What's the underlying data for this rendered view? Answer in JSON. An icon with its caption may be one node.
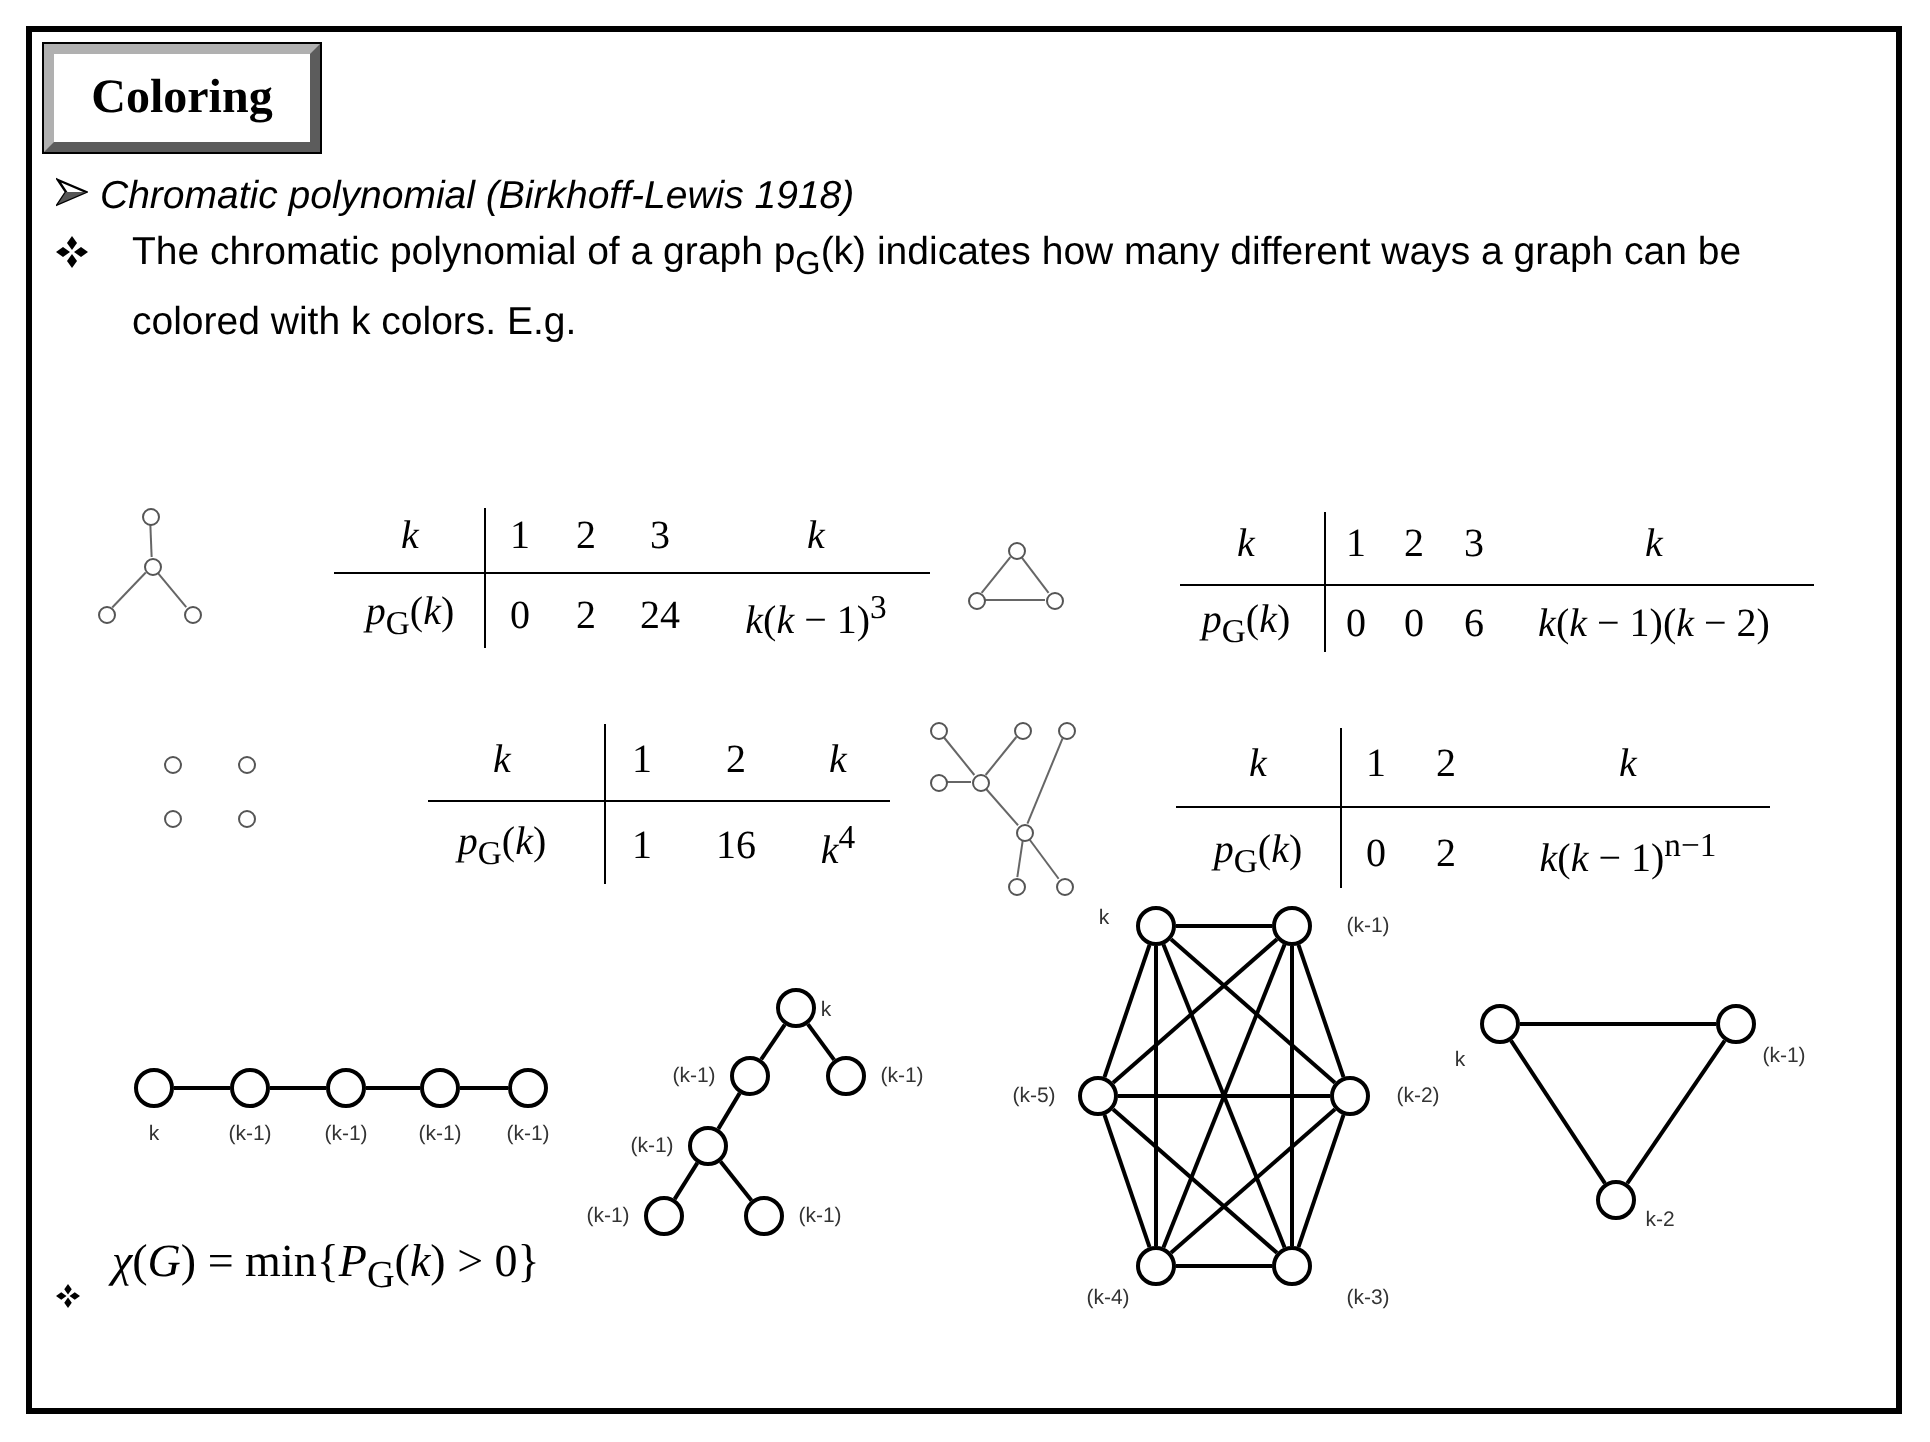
{
  "diagram": {
    "title": "Coloring",
    "nodes": [
      {
        "text": [],
        "shape": "circle"
      },
      {
        "text": [],
        "shape": "circle"
      },
      {
        "text": [],
        "shape": "circle"
      },
      {
        "text": [],
        "shape": "circle"
      },
      {
        "text": [],
        "shape": "circle"
      },
      {
        "text": [],
        "shape": "circle"
      },
      {
        "text": [],
        "shape": "circle"
      },
      {
        "text": [],
        "shape": "circle"
      },
      {
        "text": [],
        "shape": "circle"
      },
      {
        "text": [],
        "shape": "circle"
      },
      {
        "text": [],
        "shape": "circle"
      },
      {
        "text": [],
        "shape": "circle"
      },
      {
        "text": [],
        "shape": "circle"
      },
      {
        "text": [],
        "shape": "circle"
      },
      {
        "text": [],
        "shape": "circle"
      },
      {
        "text": [],
        "shape": "circle"
      },
      {
        "text": [],
        "shape": "circle"
      },
      {
        "text": [],
        "shape": "circle"
      },
      {
        "text": [],
        "shape": "circle"
      },
      {
        "text": [],
        "shape": "circle",
        "beside": [
          "k"
        ]
      },
      {
        "text": [],
        "shape": "circle",
        "beside": [
          "(k-1)"
        ]
      },
      {
        "text": [],
        "shape": "circle",
        "beside": [
          "(k-1)"
        ]
      },
      {
        "text": [],
        "shape": "circle",
        "beside": [
          "(k-1)"
        ]
      },
      {
        "text": [],
        "shape": "circle",
        "beside": [
          "(k-1)"
        ]
      },
      {
        "text": [],
        "shape": "circle",
        "beside": [
          "k"
        ]
      },
      {
        "text": [],
        "shape": "circle",
        "beside": [
          "(k-1)"
        ]
      },
      {
        "text": [],
        "shape": "circle",
        "beside": [
          "(k-1)"
        ]
      },
      {
        "text": [],
        "shape": "circle",
        "beside": [
          "(k-1)"
        ]
      },
      {
        "text": [],
        "shape": "circle",
        "beside": [
          "(k-1)"
        ]
      },
      {
        "text": [],
        "shape": "circle",
        "beside": [
          "(k-1)"
        ]
      },
      {
        "text": [],
        "shape": "circle",
        "beside": [
          "k"
        ]
      },
      {
        "text": [],
        "shape": "circle",
        "beside": [
          "(k-1)"
        ]
      },
      {
        "text": [],
        "shape": "circle",
        "beside": [
          "(k-5)"
        ]
      },
      {
        "text": [],
        "shape": "circle",
        "beside": [
          "(k-2)"
        ]
      },
      {
        "text": [],
        "shape": "circle",
        "beside": [
          "(k-4)"
        ]
      },
      {
        "text": [],
        "shape": "circle",
        "beside": [
          "(k-3)"
        ]
      },
      {
        "text": [],
        "shape": "circle",
        "beside": [
          "k"
        ]
      },
      {
        "text": [],
        "shape": "circle",
        "beside": [
          "(k-1)"
        ]
      },
      {
        "text": [],
        "shape": "circle",
        "beside": [
          "k-2"
        ]
      }
    ],
    "edges": [
      {
        "from": 0,
        "to": 1,
        "arrow": "none",
        "color": "#666666"
      },
      {
        "from": 1,
        "to": 2,
        "arrow": "none",
        "color": "#666666"
      },
      {
        "from": 1,
        "to": 3,
        "arrow": "none",
        "color": "#666666"
      },
      {
        "from": 4,
        "to": 5,
        "arrow": "none",
        "color": "#666666"
      },
      {
        "from": 4,
        "to": 6,
        "arrow": "none",
        "color": "#666666"
      },
      {
        "from": 5,
        "to": 6,
        "arrow": "none",
        "color": "#666666"
      },
      {
        "from": 11,
        "to": 15,
        "arrow": "none",
        "color": "#666666"
      },
      {
        "from": 12,
        "to": 15,
        "arrow": "none",
        "color": "#666666"
      },
      {
        "from": 14,
        "to": 15,
        "arrow": "none",
        "color": "#666666"
      },
      {
        "from": 15,
        "to": 16,
        "arrow": "none",
        "color": "#666666"
      },
      {
        "from": 13,
        "to": 16,
        "arrow": "none",
        "color": "#666666"
      },
      {
        "from": 16,
        "to": 17,
        "arrow": "none",
        "color": "#666666"
      },
      {
        "from": 16,
        "to": 18,
        "arrow": "none",
        "color": "#666666"
      },
      {
        "from": 19,
        "to": 20,
        "arrow": "none"
      },
      {
        "from": 20,
        "to": 21,
        "arrow": "none"
      },
      {
        "from": 21,
        "to": 22,
        "arrow": "none"
      },
      {
        "from": 22,
        "to": 23,
        "arrow": "none"
      },
      {
        "from": 24,
        "to": 25,
        "arrow": "none"
      },
      {
        "from": 24,
        "to": 26,
        "arrow": "none"
      },
      {
        "from": 25,
        "to": 27,
        "arrow": "none"
      },
      {
        "from": 27,
        "to": 28,
        "arrow": "none"
      },
      {
        "from": 27,
        "to": 29,
        "arrow": "none"
      },
      {
        "from": 30,
        "to": 31,
        "arrow": "none"
      },
      {
        "from": 30,
        "to": 32,
        "arrow": "none"
      },
      {
        "from": 30,
        "to": 33,
        "arrow": "none"
      },
      {
        "from": 30,
        "to": 34,
        "arrow": "none"
      },
      {
        "from": 30,
        "to": 35,
        "arrow": "none"
      },
      {
        "from": 31,
        "to": 32,
        "arrow": "none"
      },
      {
        "from": 31,
        "to": 33,
        "arrow": "none"
      },
      {
        "from": 31,
        "to": 34,
        "arrow": "none"
      },
      {
        "from": 31,
        "to": 35,
        "arrow": "none"
      },
      {
        "from": 32,
        "to": 33,
        "arrow": "none"
      },
      {
        "from": 32,
        "to": 34,
        "arrow": "none"
      },
      {
        "from": 32,
        "to": 35,
        "arrow": "none"
      },
      {
        "from": 33,
        "to": 34,
        "arrow": "none"
      },
      {
        "from": 33,
        "to": 35,
        "arrow": "none"
      },
      {
        "from": 34,
        "to": 35,
        "arrow": "none"
      },
      {
        "from": 36,
        "to": 37,
        "arrow": "none"
      },
      {
        "from": 36,
        "to": 38,
        "arrow": "none"
      },
      {
        "from": 37,
        "to": 38,
        "arrow": "none"
      }
    ],
    "labels": [
      "Chromatic polynomial (Birkhoff-Lewis 1918)",
      "The chromatic polynomial of a graph p$_{G}$(k) indicates how many different ways a graph can be colored with k colors. E.g.",
      "*k*",
      "1",
      "2",
      "3",
      "*k*",
      "*p*$_{G}$(*k*)",
      "0",
      "2",
      "24",
      "*k*(*k* − 1)$^{3}$",
      "*k*",
      "1",
      "2",
      "3",
      "*k*",
      "*p*$_{G}$(*k*)",
      "0",
      "0",
      "6",
      "*k*(*k* − 1)(*k* − 2)",
      "*k*",
      "1",
      "2",
      "*k*",
      "*p*$_{G}$(*k*)",
      "1",
      "16",
      "*k*$^{4}$",
      "*k*",
      "1",
      "2",
      "*k*",
      "*p*$_{G}$(*k*)",
      "0",
      "2",
      "*k*(*k* − 1)$^{n−1}$",
      "*χ*(*G*) = min{*P*$_{G}$(*k*) > 0}"
    ]
  }
}
